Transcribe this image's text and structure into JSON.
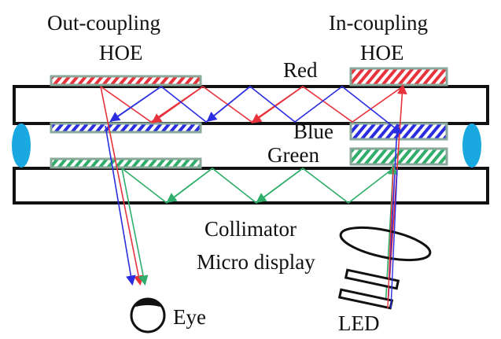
{
  "labels": {
    "out_coupling_line1": "Out-coupling",
    "out_coupling_line2": "HOE",
    "in_coupling_line1": "In-coupling",
    "in_coupling_line2": "HOE",
    "red": "Red",
    "blue": "Blue",
    "green": "Green",
    "collimator": "Collimator",
    "micro_display": "Micro display",
    "led": "LED",
    "eye": "Eye"
  },
  "colors": {
    "red": "#e8323c",
    "blue": "#2a2ee0",
    "green": "#2eae6a",
    "spacer": "#1aa8e0",
    "hoe_border": "#8aa89a"
  }
}
